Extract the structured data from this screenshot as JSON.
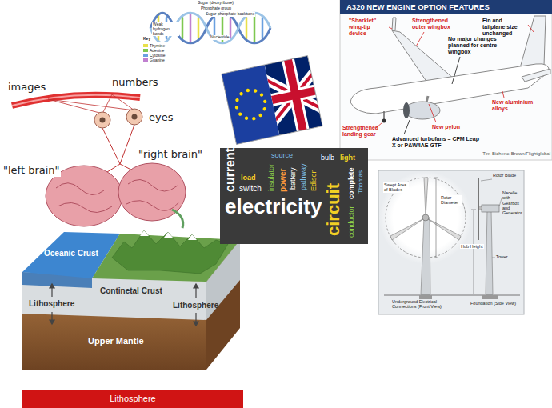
{
  "diagram": {
    "nodes": [
      {
        "text": [
          "A320 NEW ENGINE OPTION FEATURES"
        ]
      },
      {
        "text": [
          "current",
          "electricity",
          "circuit",
          "source",
          "load",
          "switch",
          "insulator",
          "power",
          "battery",
          "pathway",
          "Edison",
          "bulb",
          "complete",
          "conductor",
          "Thomas",
          "light"
        ]
      },
      {
        "text": [
          "Lithosphere"
        ]
      }
    ],
    "labels": [
      "Sugar (deoxyribose)",
      "Phosphate group",
      "Sugar-phosphate backbone",
      "Weak hydrogen bonds",
      "Nucleotide",
      "images",
      "numbers",
      "eyes",
      "\"right brain\"",
      "\"left brain\"",
      "\"Sharklet\" wing-tip device",
      "Strengthened outer wingbox",
      "No major changes planned for centre wingbox",
      "Fin and tailplane size unchanged",
      "Strengthened landing gear",
      "New aluminium alloys",
      "New pylon",
      "Advanced turbofans – CFM Leap X or P&W/IAE GTF",
      "Tim-Bicheno-Brown/Flightglobal",
      "Swept Area of Blades",
      "Rotor Diameter",
      "Rotor Blade",
      "Nacelle with Gearbox and Generator",
      "Hub Height",
      "Tower",
      "Underground Electrical Connections (Front View)",
      "Foundation (Side View)",
      "Oceanic Crust",
      "Continetal Crust",
      "Lithosphere",
      "Lithosphere",
      "Upper Mantle",
      "Key"
    ],
    "legend": [
      {
        "text": "Thymine",
        "color": "#e8e04a"
      },
      {
        "text": "Adenine",
        "color": "#7ec850"
      },
      {
        "text": "Cytosine",
        "color": "#6aa0e0"
      },
      {
        "text": "Guanine",
        "color": "#c080d0"
      }
    ]
  }
}
